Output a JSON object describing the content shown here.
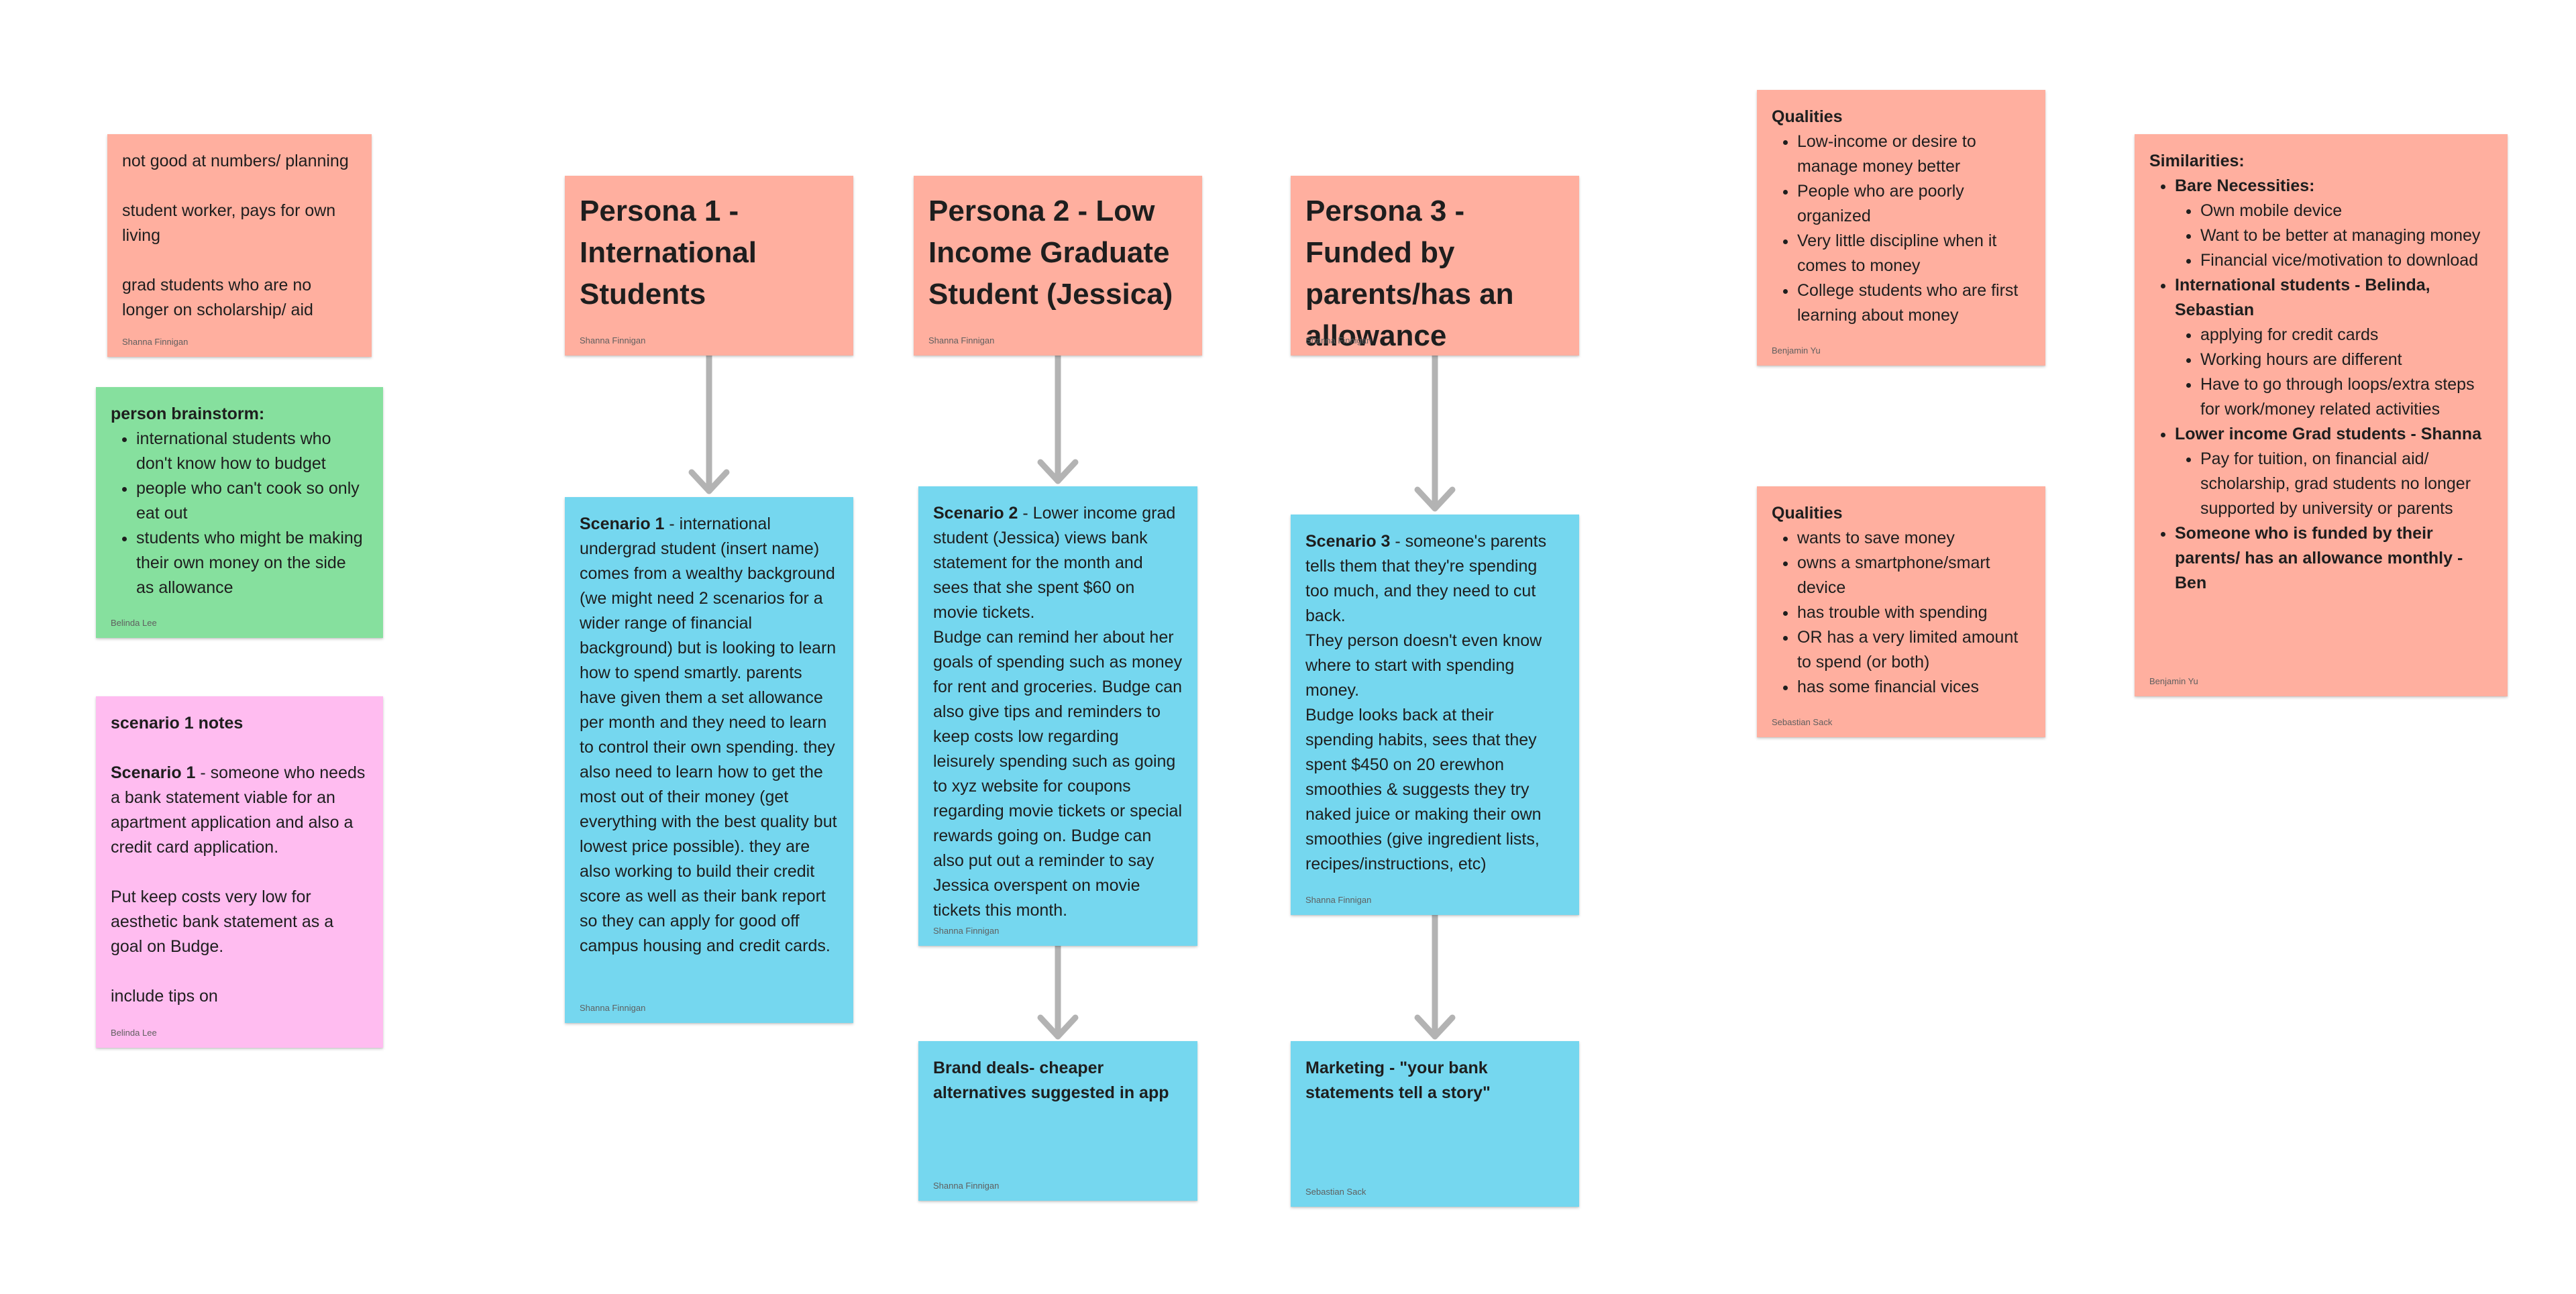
{
  "notes": {
    "n1": {
      "lines": [
        "not good at numbers/ planning",
        "student worker, pays for own living",
        "grad students who are no longer on scholarship/ aid"
      ],
      "author": "Shanna Finnigan"
    },
    "n2": {
      "heading": "person brainstorm:",
      "items": [
        "international students who don't know how to budget",
        "people who can't cook so only eat out",
        "students who might be making their own money on the side as allowance"
      ],
      "author": "Belinda Lee"
    },
    "n3": {
      "heading": "scenario 1 notes",
      "lead": "Scenario 1",
      "lead_text": " - someone who needs a bank statement viable for an apartment application and also a credit card application.",
      "para2": "Put keep costs very low for aesthetic bank statement as a goal on Budge.",
      "para3": "include tips on",
      "author": "Belinda Lee"
    },
    "p1": {
      "title": "Persona 1 - International Students",
      "author": "Shanna Finnigan"
    },
    "p2": {
      "title": "Persona 2 - Low Income Graduate Student (Jessica)",
      "author": "Shanna Finnigan"
    },
    "p3": {
      "title": "Persona 3 - Funded by parents/has an allowance",
      "author": "Shanna Finnigan"
    },
    "s1": {
      "lead": "Scenario 1",
      "text": " - international undergrad student (insert name) comes from a wealthy background (we might need 2 scenarios for a wider range of financial background) but is looking to learn how to spend smartly. parents have given them a set allowance per month and they need to learn to control their own spending. they also need to learn how to get the most out of their money (get everything with the best quality but lowest price possible). they are also working to build their credit score as well as their bank report so they can apply for good off campus housing and credit cards.",
      "author": "Shanna Finnigan"
    },
    "s2": {
      "lead": "Scenario 2",
      "text": " - Lower income grad student (Jessica) views bank statement for the month and sees that she spent $60 on movie tickets.",
      "text2": "Budge can remind her about her goals of spending such as money for rent and groceries. Budge can also give tips and reminders to keep costs low regarding leisurely spending such as going to xyz website for coupons regarding movie tickets or special rewards going on. Budge can also put out a reminder to say Jessica overspent on movie tickets this month.",
      "author": "Shanna Finnigan"
    },
    "s3": {
      "lead": "Scenario 3",
      "text": " - someone's parents tells them that they're spending too much, and they need to cut back.",
      "text2": "They person doesn't even know where to start with spending money.",
      "text3": "Budge looks back at their spending habits, sees that they spent $450 on 20 erewhon smoothies & suggests they try naked juice or making their own smoothies (give ingredient lists, recipes/instructions, etc)",
      "author": "Shanna Finnigan"
    },
    "b2": {
      "text": "Brand deals- cheaper alternatives suggested in app",
      "author": "Shanna Finnigan"
    },
    "b3": {
      "text": "Marketing - \"your bank statements tell a story\"",
      "author": "Sebastian Sack"
    },
    "q1": {
      "heading": "Qualities",
      "items": [
        "Low-income or desire to manage money better",
        "People who are poorly organized",
        "Very little discipline when it comes to money",
        "College students who are first learning about money"
      ],
      "author": "Benjamin Yu"
    },
    "q2": {
      "heading": "Qualities",
      "items": [
        "wants to save money",
        "owns a smartphone/smart device",
        "has trouble with spending",
        "OR has a very limited amount to spend (or both)",
        "has some financial vices"
      ],
      "author": "Sebastian Sack"
    },
    "sim": {
      "heading": "Similarities:",
      "g1": "Bare Necessities:",
      "g1_items": [
        "Own mobile device",
        "Want to be better at managing money",
        "Financial vice/motivation to download"
      ],
      "g2": "International students - Belinda, Sebastian",
      "g2_items": [
        "applying for credit cards",
        "Working hours are different",
        "Have to go through loops/extra steps for work/money related activities"
      ],
      "g3": "Lower income Grad students - Shanna",
      "g3_items": [
        "Pay for tuition, on financial aid/ scholarship, grad students no longer supported by university or parents"
      ],
      "g4": "Someone who is funded by their parents/ has an allowance monthly - Ben",
      "author": "Benjamin Yu"
    }
  },
  "colors": {
    "salmon": "#ffaf9f",
    "green": "#86e09e",
    "pink": "#ffbcf0",
    "blue": "#75d7ef",
    "arrow": "#b3b3b3"
  }
}
